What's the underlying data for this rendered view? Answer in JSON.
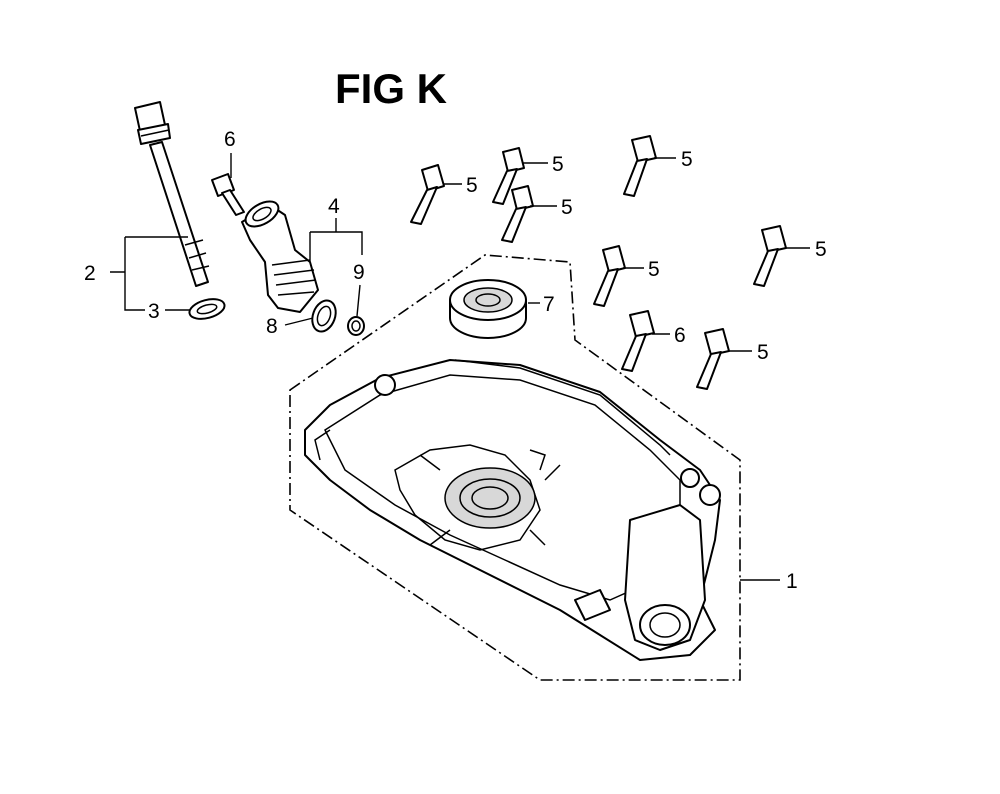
{
  "title": "FIG K",
  "callouts": {
    "c1": "1",
    "c2": "2",
    "c3": "3",
    "c4": "4",
    "c5a": "5",
    "c5b": "5",
    "c5c": "5",
    "c5d": "5",
    "c5e": "5",
    "c5f": "5",
    "c5g": "5",
    "c6a": "6",
    "c6b": "6",
    "c7": "7",
    "c8": "8",
    "c9": "9"
  }
}
